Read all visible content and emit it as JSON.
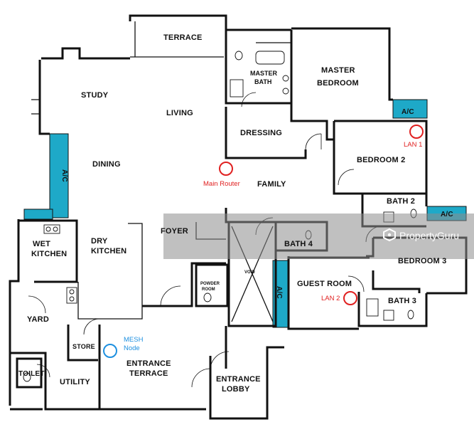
{
  "rooms": {
    "terrace": "TERRACE",
    "master_bath_l1": "MASTER",
    "master_bath_l2": "BATH",
    "master_bedroom_l1": "MASTER",
    "master_bedroom_l2": "BEDROOM",
    "study": "STUDY",
    "living": "LIVING",
    "dressing": "DRESSING",
    "bedroom2": "BEDROOM 2",
    "dining": "DINING",
    "family": "FAMILY",
    "bath2": "BATH 2",
    "foyer": "FOYER",
    "bath4": "BATH 4",
    "wet_kitchen_l1": "WET",
    "wet_kitchen_l2": "KITCHEN",
    "dry_kitchen_l1": "DRY",
    "dry_kitchen_l2": "KITCHEN",
    "bedroom3": "BEDROOM 3",
    "powder_room_l1": "POWDER",
    "powder_room_l2": "ROOM",
    "void": "VOID",
    "guest_room": "GUEST ROOM",
    "yard": "YARD",
    "bath3": "BATH 3",
    "store": "STORE",
    "entrance_terrace_l1": "ENTRANCE",
    "entrance_terrace_l2": "TERRACE",
    "toilet": "TOILET",
    "utility": "UTILITY",
    "entrance_lobby_l1": "ENTRANCE",
    "entrance_lobby_l2": "LOBBY"
  },
  "ac_labels": {
    "ac1": "A/C",
    "ac2": "A/C",
    "ac3": "A/C",
    "ac4": "A/C"
  },
  "annotations": {
    "main_router": "Main Router",
    "lan1": "LAN 1",
    "lan2": "LAN 2",
    "mesh_l1": "MESH",
    "mesh_l2": "Node"
  },
  "watermark": {
    "brand": "PropertyGuru"
  },
  "colors": {
    "router_marker": "#e02020",
    "mesh_marker": "#1e90e0",
    "ac_fill": "#1ea9c8",
    "watermark_band": "#8c8c8c"
  }
}
